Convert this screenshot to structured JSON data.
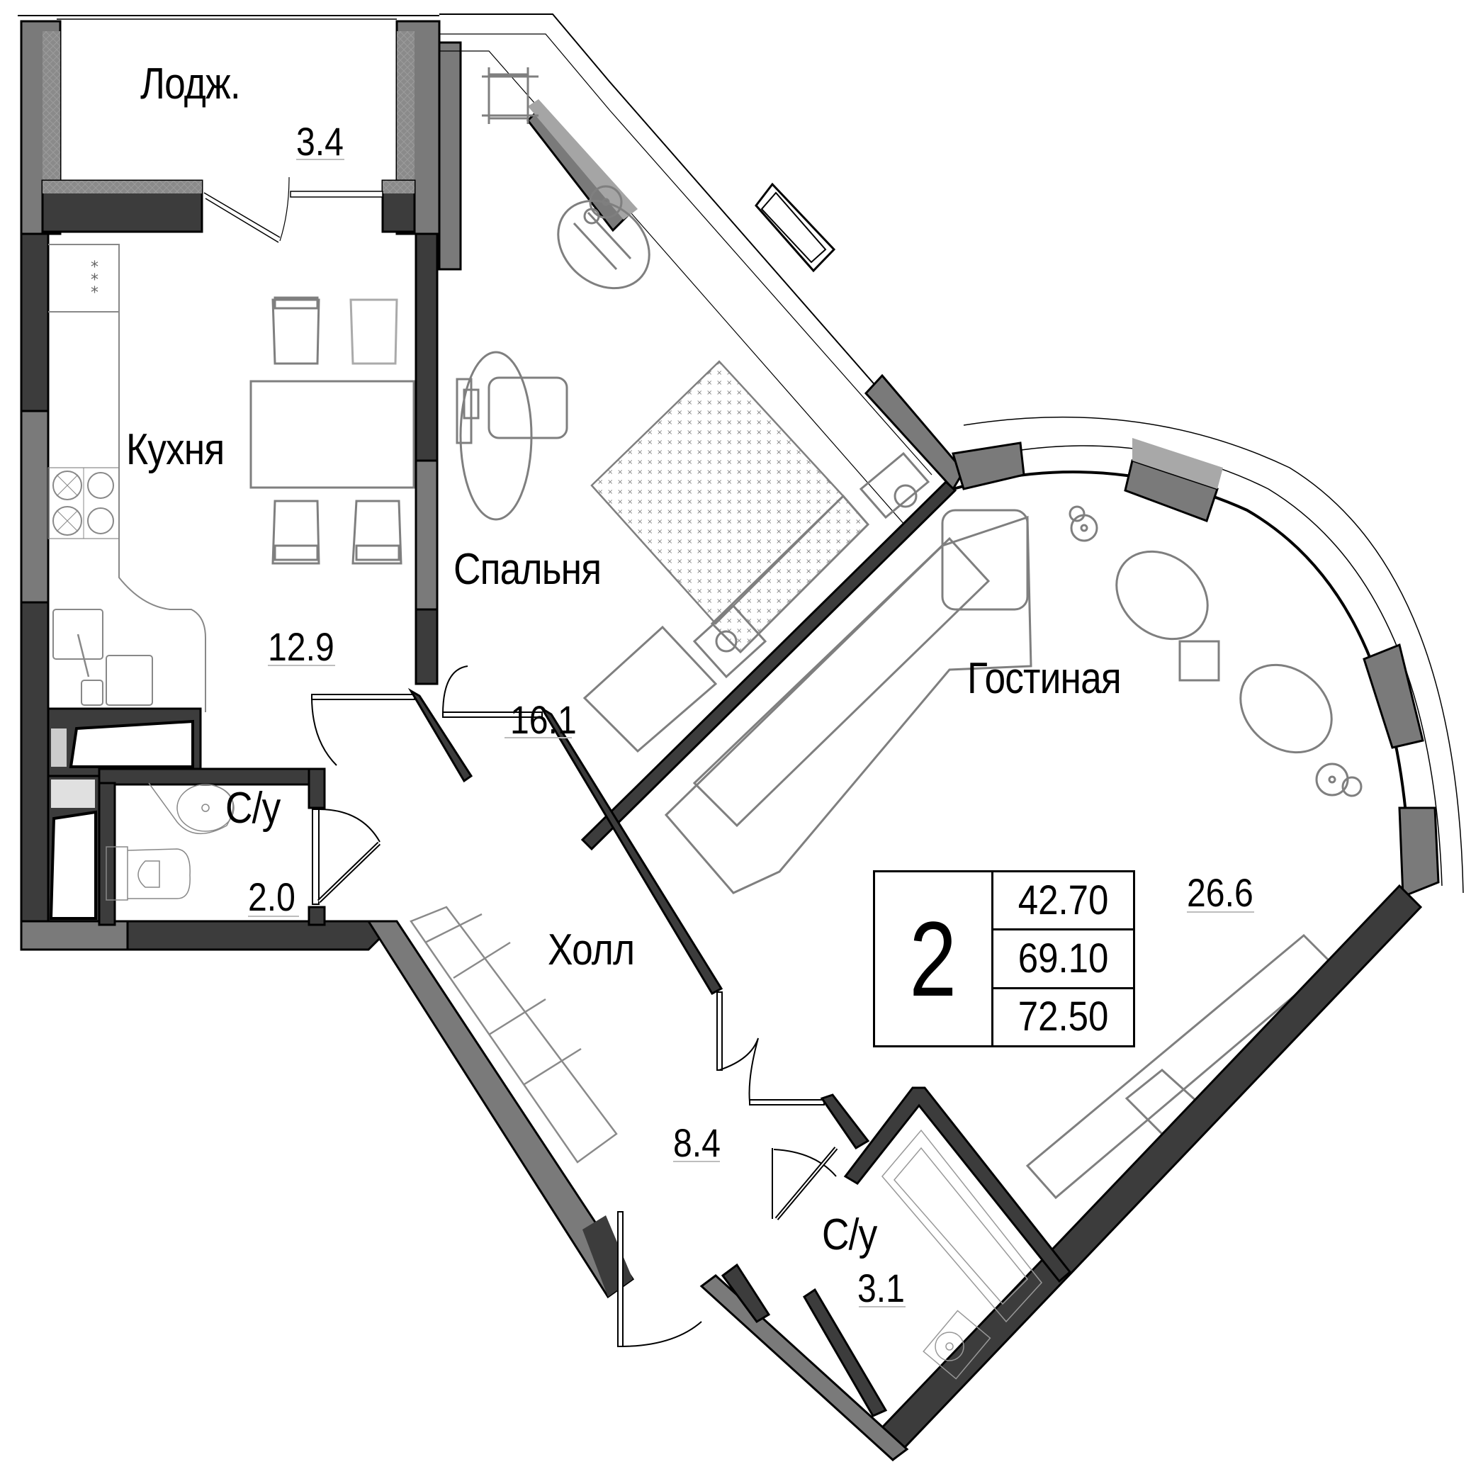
{
  "plan": {
    "rooms": [
      {
        "id": "loggia",
        "name": "Лодж.",
        "area": "3.4"
      },
      {
        "id": "kitchen",
        "name": "Кухня",
        "area": "12.9"
      },
      {
        "id": "bedroom",
        "name": "Спальня",
        "area": "16.1"
      },
      {
        "id": "living",
        "name": "Гостиная",
        "area": "26.6"
      },
      {
        "id": "bathroom1",
        "name": "С/у",
        "area": "2.0"
      },
      {
        "id": "hall",
        "name": "Холл",
        "area": "8.4"
      },
      {
        "id": "bathroom2",
        "name": "С/у",
        "area": "3.1"
      }
    ],
    "summary": {
      "room_count": "2",
      "living_area": "42.70",
      "total_area": "69.10",
      "total_area_with_loggia": "72.50"
    },
    "colors": {
      "wall_dark": "#3c3c3c",
      "wall_mid": "#7a7a7a",
      "wall_light": "#a8a8a8",
      "furniture": "#808080",
      "line": "#000000"
    }
  }
}
